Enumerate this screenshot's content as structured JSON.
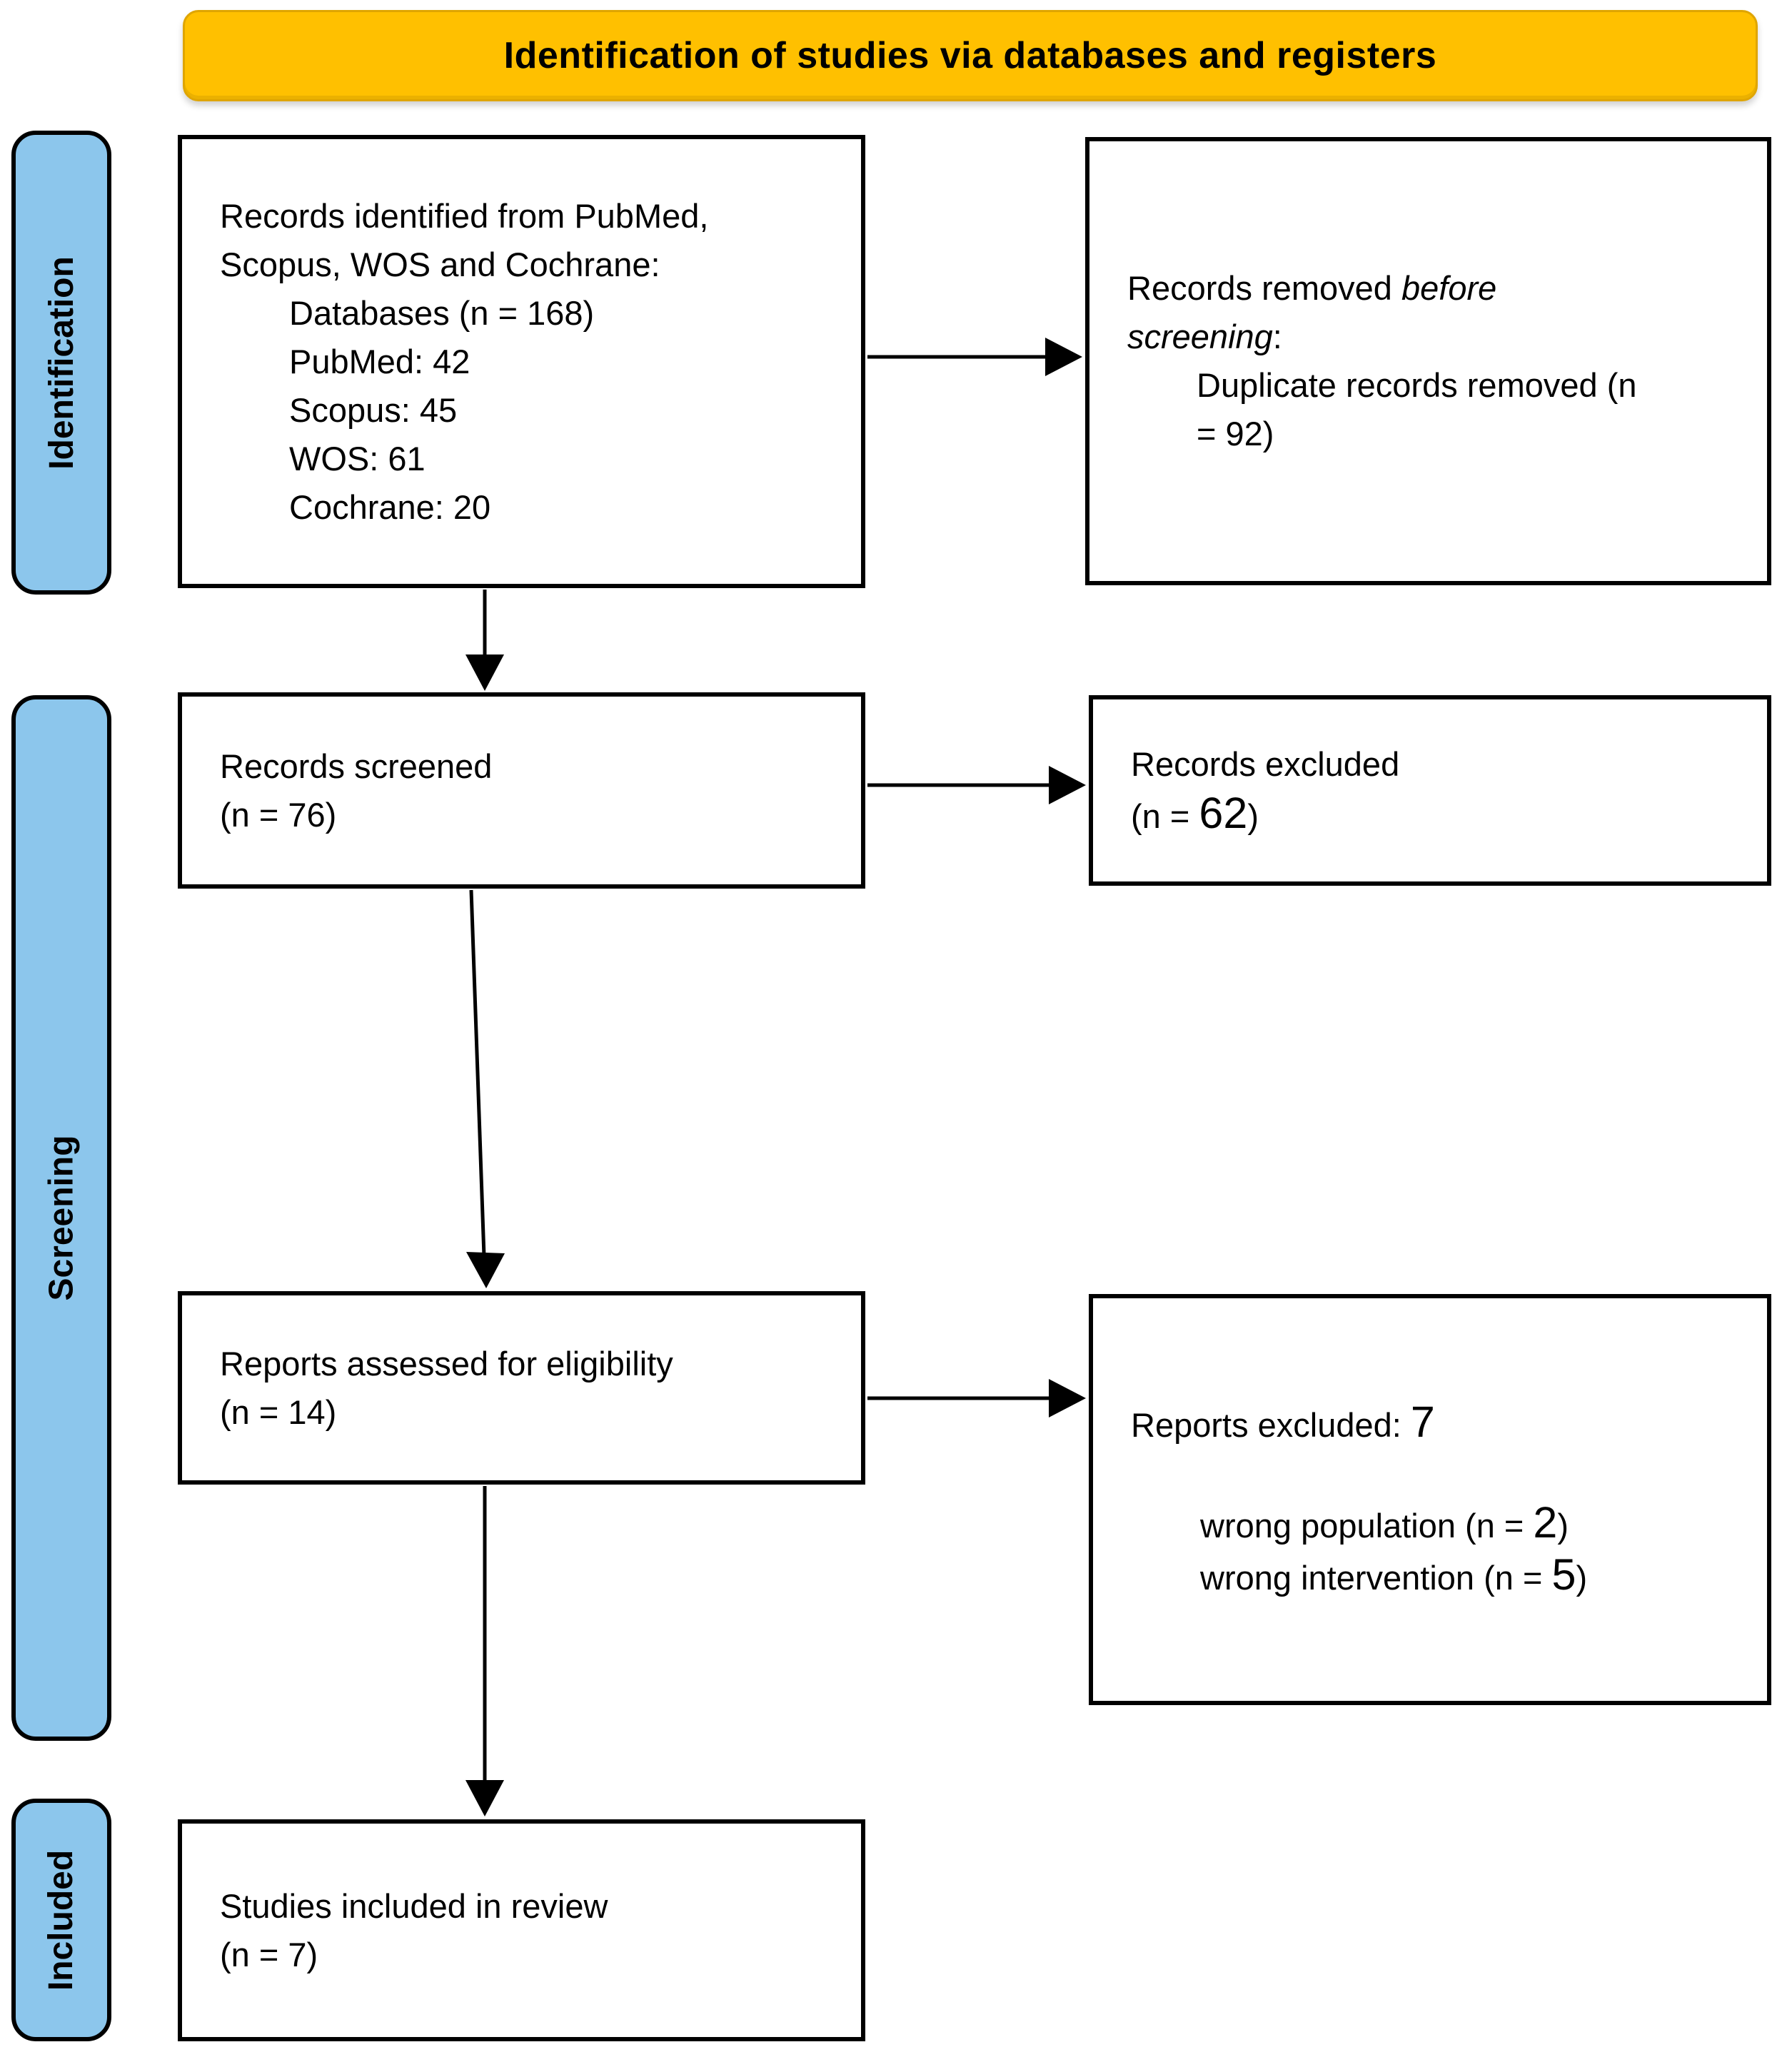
{
  "banner": {
    "label": "Identification of studies via databases and registers"
  },
  "rails": {
    "identification": "Identification",
    "screening": "Screening",
    "included": "Included"
  },
  "flow": {
    "identified": {
      "line1": "Records identified from PubMed,",
      "line2": "Scopus, WOS and Cochrane:",
      "line3": "Databases (n = 168)",
      "line4": "PubMed: 42",
      "line5": "Scopus: 45",
      "line6": "WOS: 61",
      "line7": "Cochrane: 20"
    },
    "removed": {
      "line1_normal": "Records removed ",
      "line1_italic": "before",
      "line2_italic": "screening",
      "line2_normal": ":",
      "line3": "Duplicate records removed (n",
      "line4": "= 92)"
    },
    "screened": {
      "line1": "Records screened",
      "line2": "(n = 76)"
    },
    "excluded": {
      "line1": "Records excluded",
      "line2_prefix": "(n = ",
      "line2_value": "62",
      "line2_suffix": ")"
    },
    "assessed": {
      "line1": "Reports assessed for eligibility",
      "line2": "(n = 14)"
    },
    "reports_excluded": {
      "line1_prefix": "Reports excluded: ",
      "line1_value": "7",
      "reason1_prefix": "wrong population (n = ",
      "reason1_value": "2",
      "reason1_suffix": ")",
      "reason2_prefix": "wrong intervention (n = ",
      "reason2_value": "5",
      "reason2_suffix": ")"
    },
    "included": {
      "line1": "Studies included in review",
      "line2": "(n = 7)"
    }
  },
  "colors": {
    "banner-bg": "#FFC000",
    "rail-bg": "#8CC6EC",
    "ink": "#000000",
    "paper": "#FFFFFF"
  }
}
